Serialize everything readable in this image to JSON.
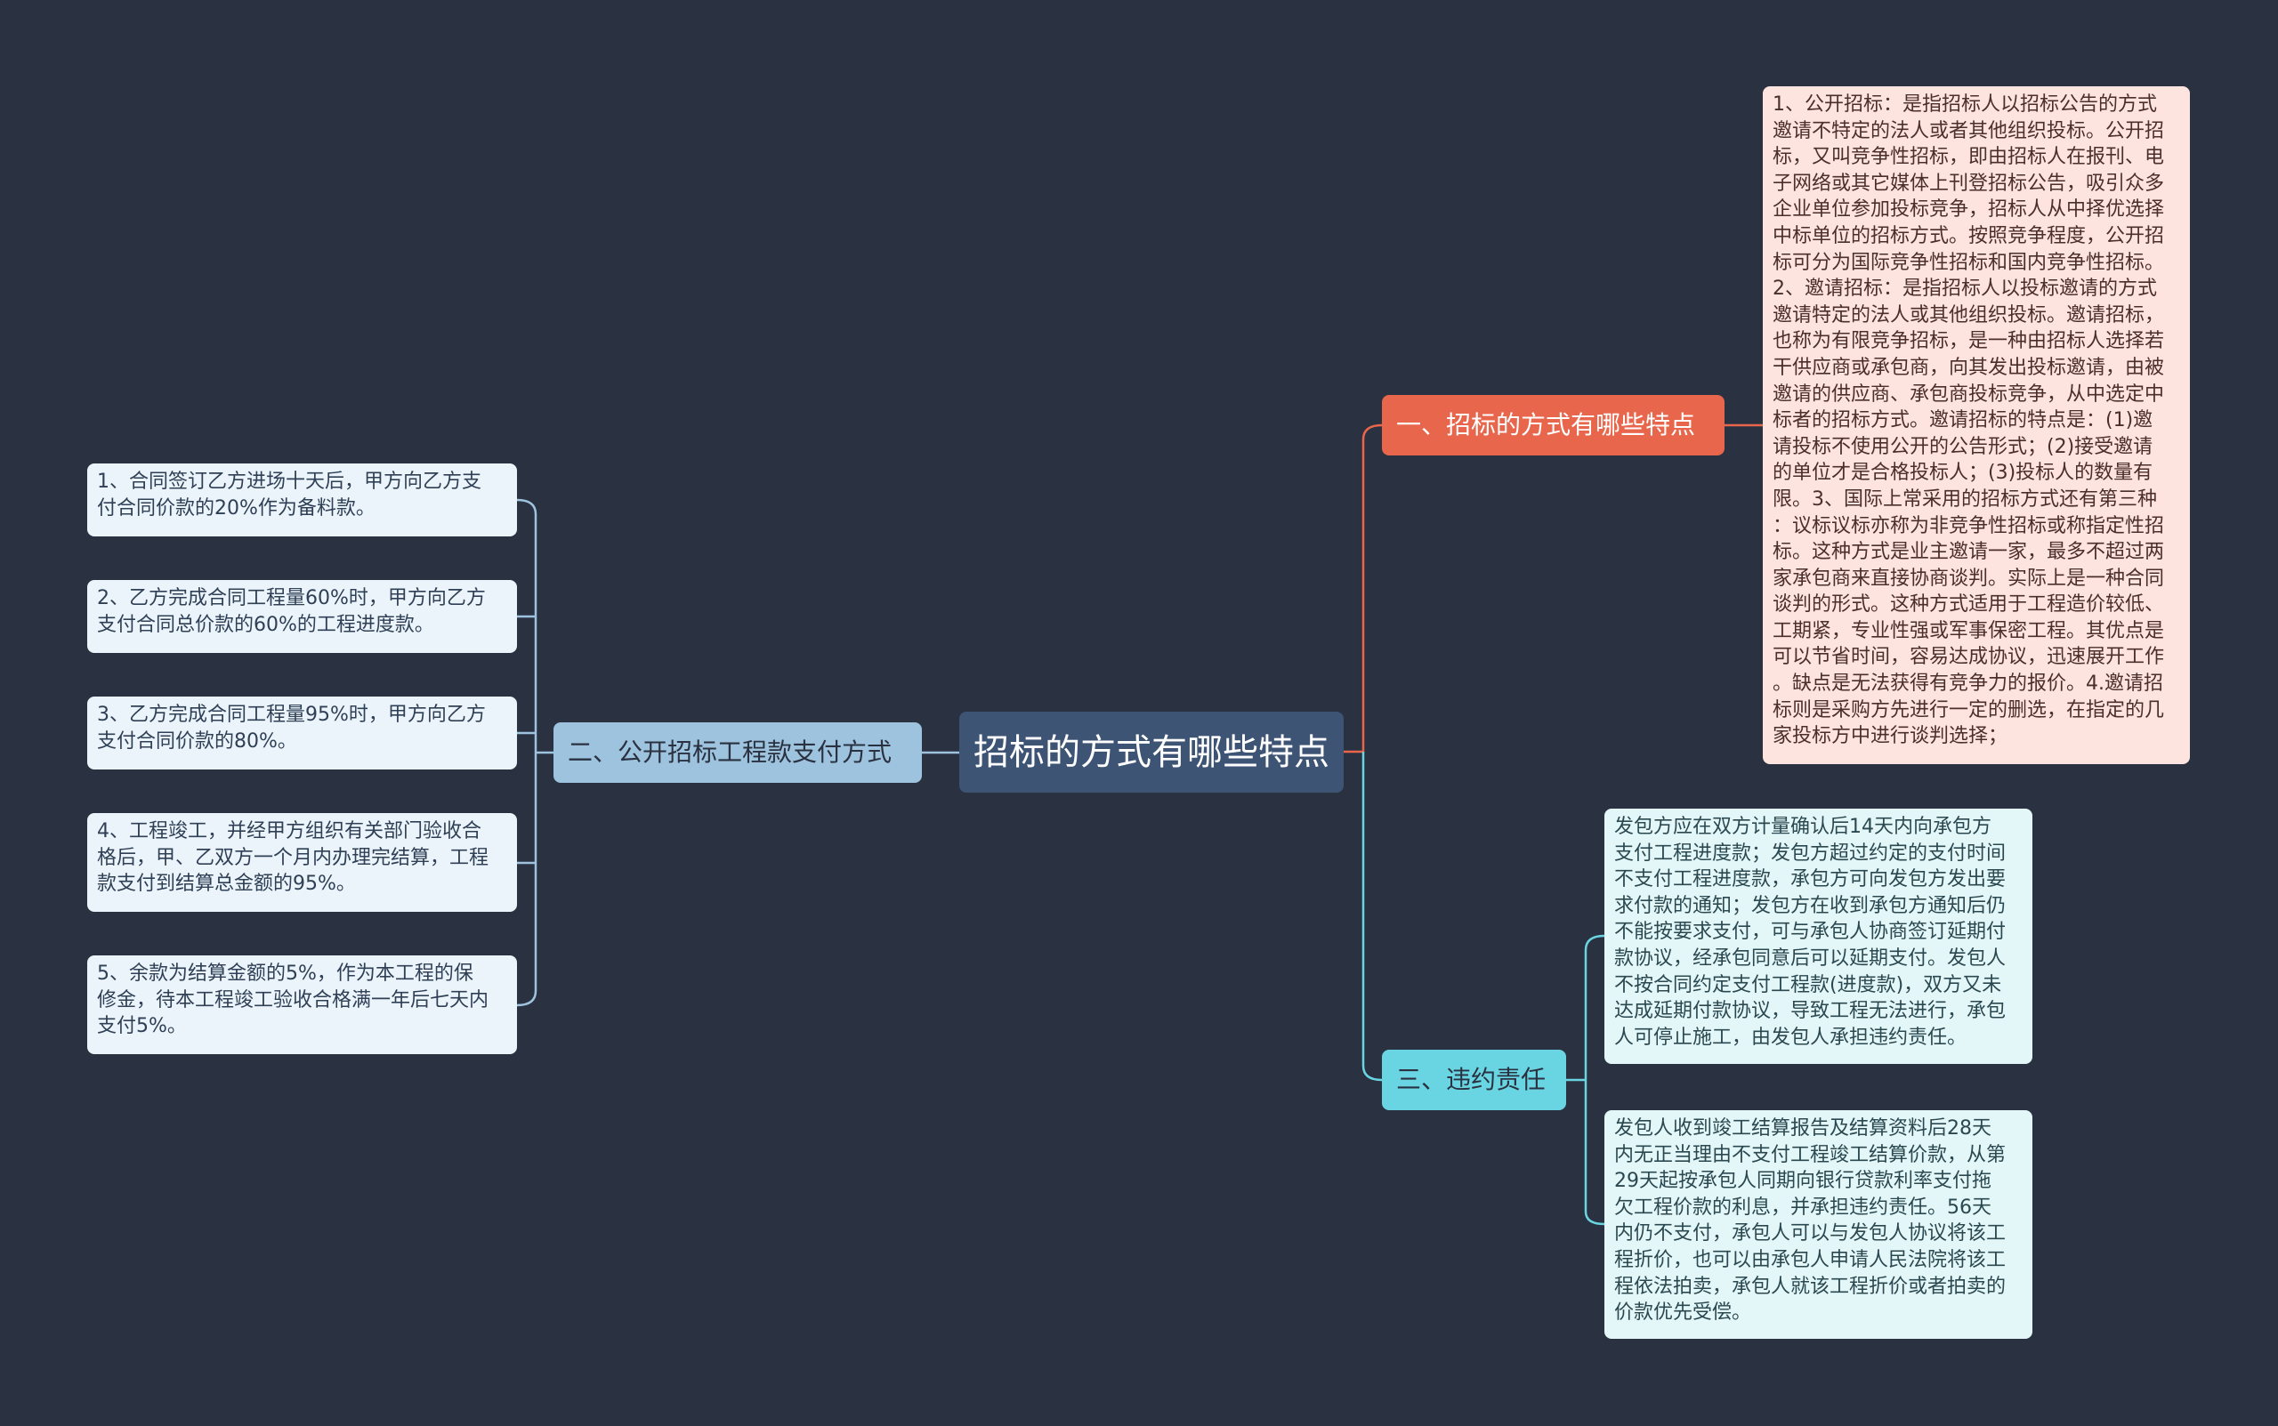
{
  "colors": {
    "background": "#2a3140",
    "root": "#3e5475",
    "branch_red": "#e8664c",
    "branch_blue": "#9ec3de",
    "branch_cyan": "#6ad5e2",
    "leaf_red": "#fde4de",
    "leaf_blue": "#ebf4fb",
    "leaf_cyan": "#e3f7f9"
  },
  "root": {
    "label": "招标的方式有哪些特点"
  },
  "branches": [
    {
      "label": "一、招标的方式有哪些特点",
      "children": [
        "1、公开招标：是指招标人以招标公告的方式\n邀请不特定的法人或者其他组织投标。公开招\n标，又叫竞争性招标，即由招标人在报刊、电\n子网络或其它媒体上刊登招标公告，吸引众多\n企业单位参加投标竞争，招标人从中择优选择\n中标单位的招标方式。按照竞争程度，公开招\n标可分为国际竞争性招标和国内竞争性招标。\n2、邀请招标：是指招标人以投标邀请的方式\n邀请特定的法人或其他组织投标。邀请招标，\n也称为有限竞争招标，是一种由招标人选择若\n干供应商或承包商，向其发出投标邀请，由被\n邀请的供应商、承包商投标竞争，从中选定中\n标者的招标方式。邀请招标的特点是：(1)邀\n请投标不使用公开的公告形式；(2)接受邀请\n的单位才是合格投标人；(3)投标人的数量有\n限。3、国际上常采用的招标方式还有第三种\n：议标议标亦称为非竞争性招标或称指定性招\n标。这种方式是业主邀请一家，最多不超过两\n家承包商来直接协商谈判。实际上是一种合同\n谈判的形式。这种方式适用于工程造价较低、\n工期紧，专业性强或军事保密工程。其优点是\n可以节省时间，容易达成协议，迅速展开工作\n。缺点是无法获得有竞争力的报价。4.邀请招\n标则是采购方先进行一定的删选，在指定的几\n家投标方中进行谈判选择；"
      ]
    },
    {
      "label": "二、公开招标工程款支付方式",
      "children": [
        "1、合同签订乙方进场十天后，甲方向乙方支\n付合同价款的20%作为备料款。",
        "2、乙方完成合同工程量60%时，甲方向乙方\n支付合同总价款的60%的工程进度款。",
        "3、乙方完成合同工程量95%时，甲方向乙方\n支付合同价款的80%。",
        "4、工程竣工，并经甲方组织有关部门验收合\n格后，甲、乙双方一个月内办理完结算，工程\n款支付到结算总金额的95%。",
        "5、余款为结算金额的5%，作为本工程的保\n修金，待本工程竣工验收合格满一年后七天内\n支付5%。"
      ]
    },
    {
      "label": "三、违约责任",
      "children": [
        "发包方应在双方计量确认后14天内向承包方\n支付工程进度款；发包方超过约定的支付时间\n不支付工程进度款，承包方可向发包方发出要\n求付款的通知；发包方在收到承包方通知后仍\n不能按要求支付，可与承包人协商签订延期付\n款协议，经承包同意后可以延期支付。发包人\n不按合同约定支付工程款(进度款)，双方又未\n达成延期付款协议，导致工程无法进行，承包\n人可停止施工，由发包人承担违约责任。",
        "发包人收到竣工结算报告及结算资料后28天\n内无正当理由不支付工程竣工结算价款，从第\n29天起按承包人同期向银行贷款利率支付拖\n欠工程价款的利息，并承担违约责任。56天\n内仍不支付，承包人可以与发包人协议将该工\n程折价，也可以由承包人申请人民法院将该工\n程依法拍卖，承包人就该工程折价或者拍卖的\n价款优先受偿。"
      ]
    }
  ]
}
